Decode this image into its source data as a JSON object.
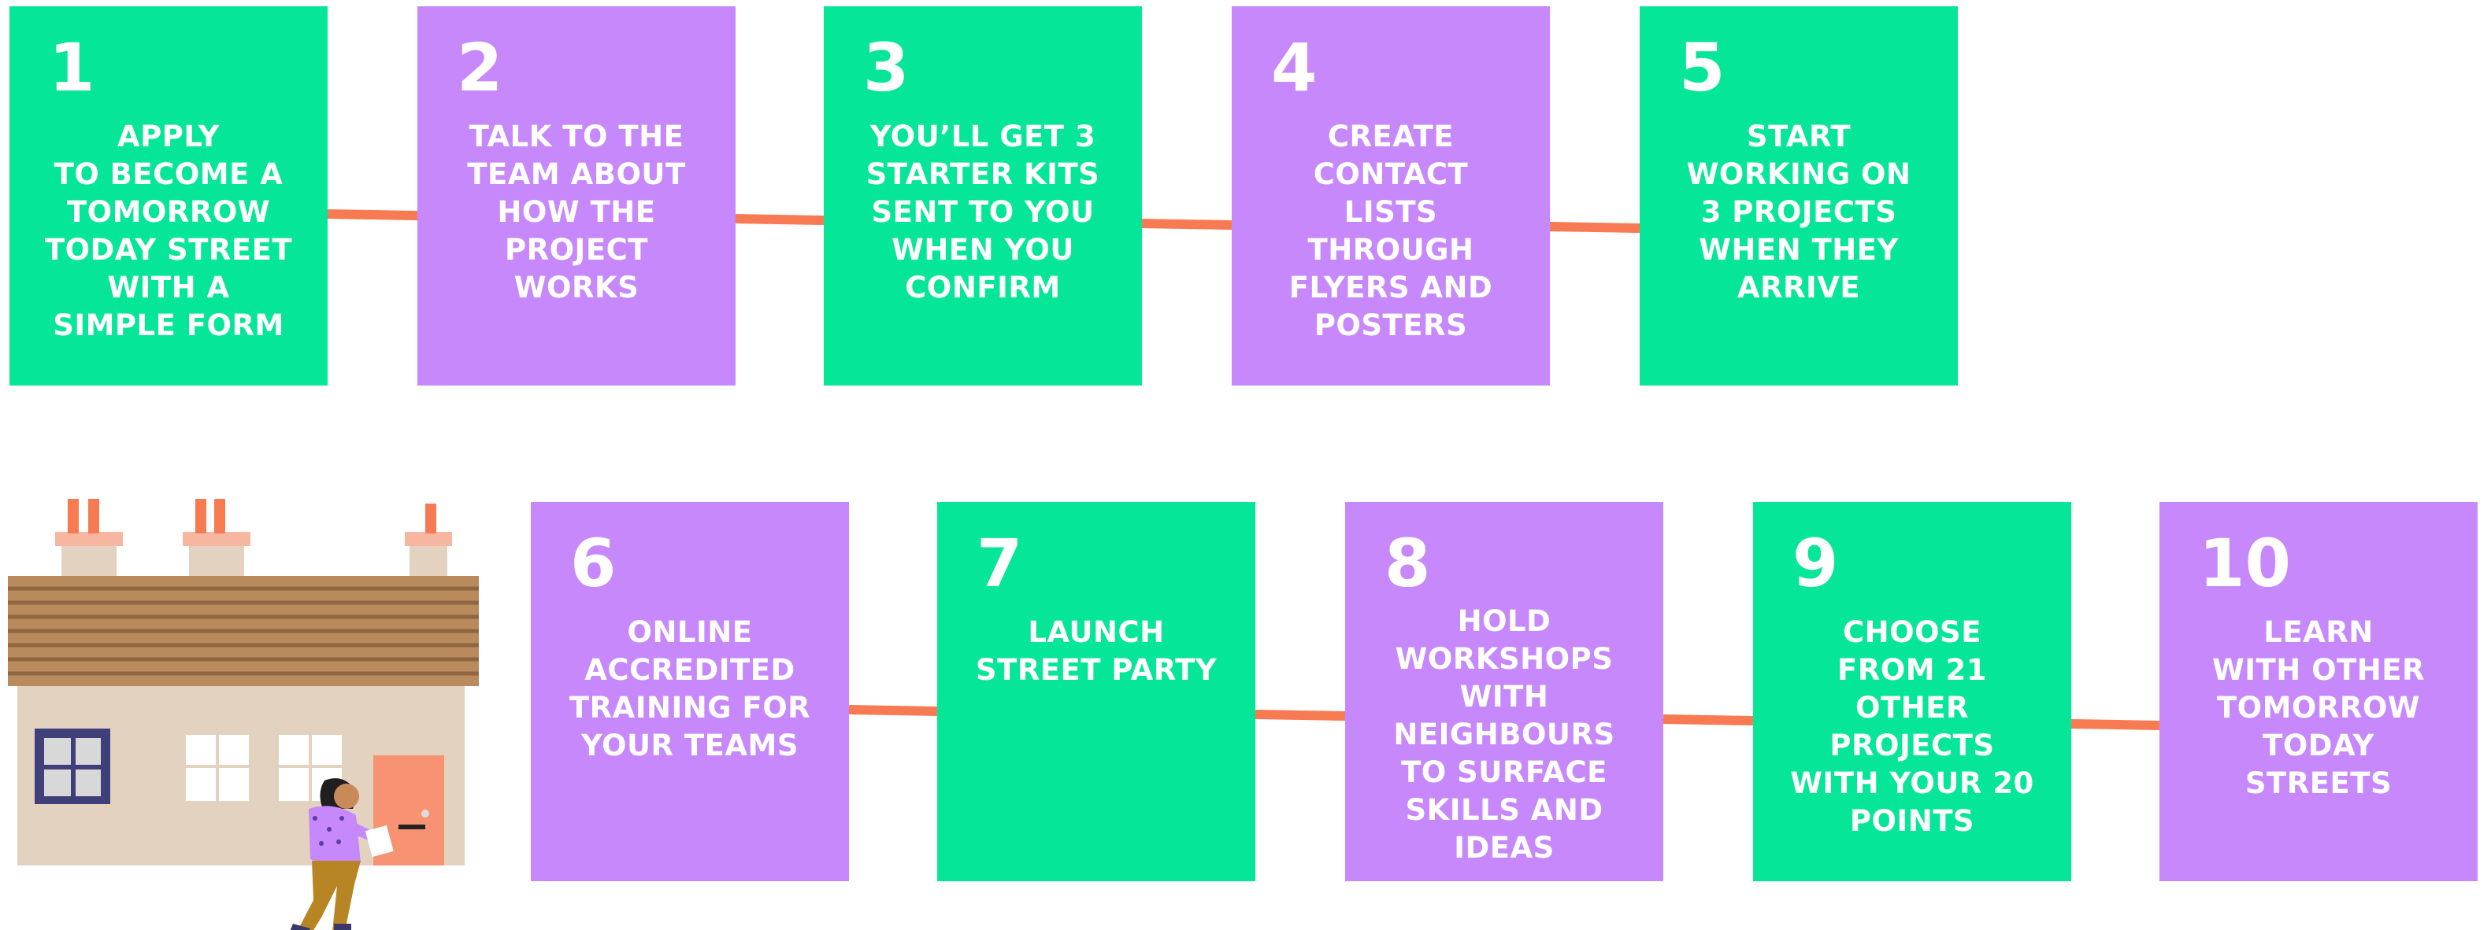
{
  "colors": {
    "green": "#05e698",
    "purple": "#c688fb",
    "connector": "#f77a52"
  },
  "steps": [
    {
      "number": "1",
      "text": "APPLY\nTO BECOME A\nTOMORROW\nTODAY STREET\nWITH A\nSIMPLE FORM",
      "color": "green"
    },
    {
      "number": "2",
      "text": "TALK TO THE\nTEAM ABOUT\nHOW THE\nPROJECT\nWORKS",
      "color": "purple"
    },
    {
      "number": "3",
      "text": "YOU’LL GET 3\nSTARTER KITS\nSENT TO YOU\nWHEN YOU\nCONFIRM",
      "color": "green"
    },
    {
      "number": "4",
      "text": "CREATE\nCONTACT\nLISTS\nTHROUGH\nFLYERS AND\nPOSTERS",
      "color": "purple"
    },
    {
      "number": "5",
      "text": "START\nWORKING ON\n3 PROJECTS\nWHEN THEY\nARRIVE",
      "color": "green"
    },
    {
      "number": "6",
      "text": "ONLINE\nACCREDITED\nTRAINING FOR\nYOUR TEAMS",
      "color": "purple"
    },
    {
      "number": "7",
      "text": "LAUNCH\nSTREET PARTY",
      "color": "green"
    },
    {
      "number": "8",
      "text": "HOLD\nWORKSHOPS\nWITH\nNEIGHBOURS\nTO SURFACE\nSKILLS AND\nIDEAS",
      "color": "purple"
    },
    {
      "number": "9",
      "text": "CHOOSE\nFROM 21\nOTHER\nPROJECTS\nWITH YOUR 20\nPOINTS",
      "color": "green"
    },
    {
      "number": "10",
      "text": "LEARN\nWITH OTHER\nTOMORROW\nTODAY\nSTREETS",
      "color": "purple"
    }
  ],
  "illustration": {
    "icon": "house-with-person-icon"
  }
}
